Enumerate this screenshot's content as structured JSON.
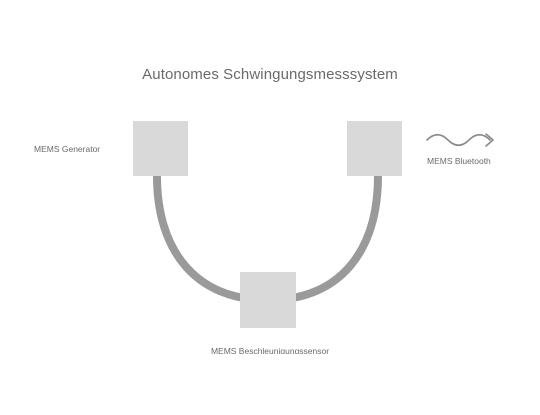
{
  "diagram": {
    "title": "Autonomes Schwingungsmesssystem",
    "nodes": {
      "generator": {
        "label": "MEMS Generator"
      },
      "bluetooth": {
        "label": "MEMS Bluetooth"
      },
      "sensor": {
        "label": "MEMS Beschleunigungssensor"
      }
    },
    "icons": {
      "wireless": "wireless-signal-arrow-icon"
    },
    "colors": {
      "title_text": "#6a6a6a",
      "label_text": "#6a6a6a",
      "node_fill": "#d9d9d9",
      "connector_stroke": "#9a9a9a",
      "wave_stroke": "#8a8a8a",
      "background": "#ffffff"
    }
  }
}
